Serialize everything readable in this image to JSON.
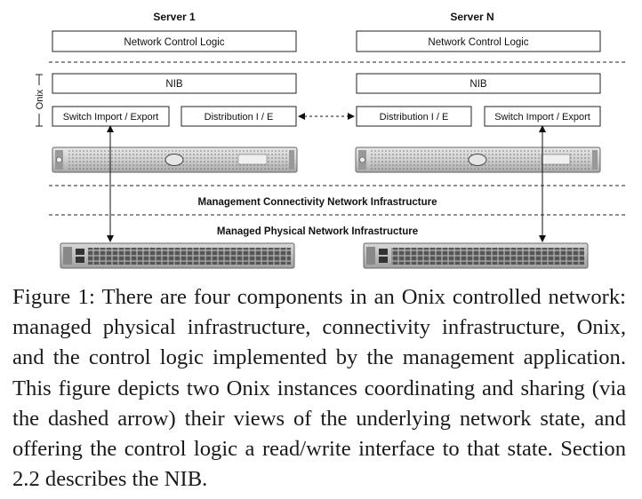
{
  "servers": [
    {
      "title": "Server 1",
      "control_logic": "Network Control Logic",
      "nib": "NIB",
      "switch_io": "Switch Import / Export",
      "distribution": "Distribution I / E"
    },
    {
      "title": "Server N",
      "control_logic": "Network Control Logic",
      "nib": "NIB",
      "switch_io": "Switch Import / Export",
      "distribution": "Distribution I / E"
    }
  ],
  "onix_label": "Onix",
  "management_network_label": "Management Connectivity Network Infrastructure",
  "physical_network_label": "Managed Physical Network Infrastructure",
  "caption": {
    "figure_label": "Figure 1:",
    "text": "There are four components in an Onix controlled network:  managed physical infrastructure, connectivity infrastructure, Onix, and the control logic implemented by the management application. This figure depicts two Onix instances coordinating and sharing (via the dashed arrow) their views of the underlying network state, and offering the control logic a read/write interface to that state. Section 2.2 describes the NIB."
  }
}
